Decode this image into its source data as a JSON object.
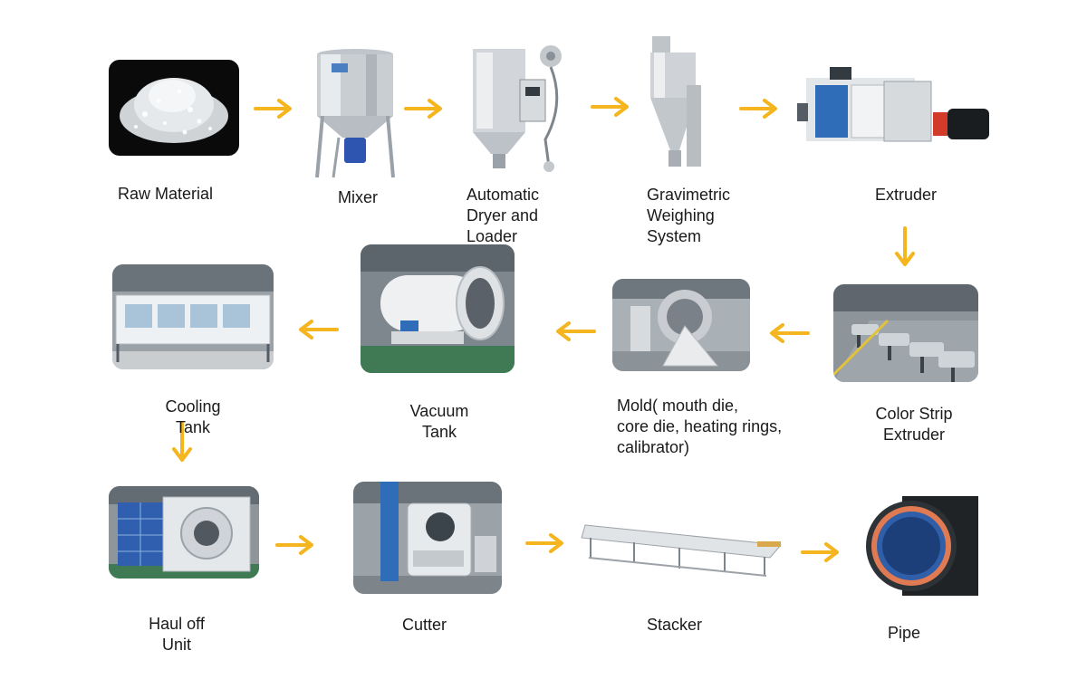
{
  "colors": {
    "arrow": "#F5B51E",
    "text": "#1A1A1A",
    "machine_blue": "#2F6DB8",
    "machine_grey": "#D9DCE1"
  },
  "steps": [
    {
      "label": "Raw  Material",
      "icon": "raw-material-image"
    },
    {
      "label": "Mixer",
      "icon": "mixer-image"
    },
    {
      "label": "Automatic\nDryer and\nLoader",
      "icon": "dryer-loader-image"
    },
    {
      "label": " Gravimetric\nWeighing\nSystem",
      "icon": "gravimetric-system-image"
    },
    {
      "label": "Extruder",
      "icon": "extruder-image"
    },
    {
      "label": "Color Strip\nExtruder",
      "icon": "color-strip-extruder-image"
    },
    {
      "label": "Mold( mouth die,\ncore die, heating rings,\ncalibrator)",
      "icon": "mold-image"
    },
    {
      "label": "Vacuum\nTank",
      "icon": "vacuum-tank-image"
    },
    {
      "label": "Cooling\nTank",
      "icon": "cooling-tank-image"
    },
    {
      "label": "Haul off\nUnit",
      "icon": "haul-off-unit-image"
    },
    {
      "label": "Cutter",
      "icon": "cutter-image"
    },
    {
      "label": "Stacker",
      "icon": "stacker-image"
    },
    {
      "label": "Pipe",
      "icon": "pipe-image"
    }
  ]
}
